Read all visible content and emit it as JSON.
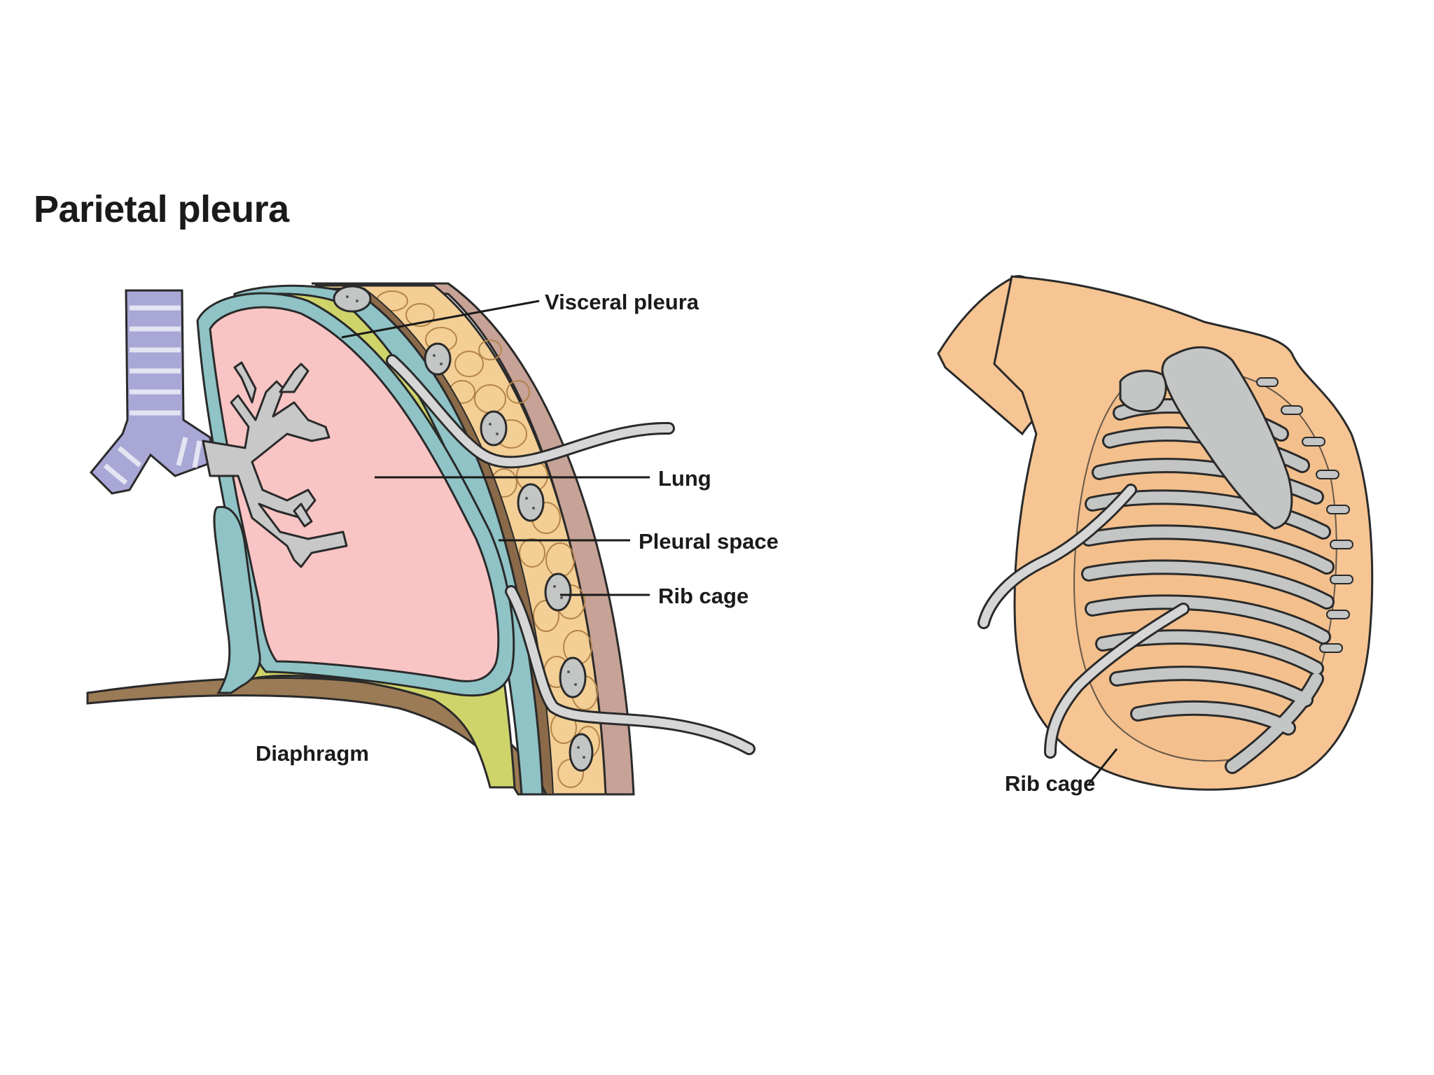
{
  "title": "Parietal pleura",
  "labels": {
    "visceral_pleura": "Visceral pleura",
    "lung": "Lung",
    "pleural_space": "Pleural space",
    "rib_cage_left": "Rib cage",
    "diaphragm": "Diaphragm",
    "rib_cage_right": "Rib cage"
  },
  "colors": {
    "lung": "#f9c5c4",
    "pleural_space": "#cfd46a",
    "pleura_membrane": "#8fc3c6",
    "fat_tissue": "#f3cf96",
    "outer_skin": "#c7a296",
    "diaphragm": "#9b7b55",
    "trachea": "#a8a7d6",
    "bronchi": "#c8c8c8",
    "body_skin": "#f6c593",
    "bone": "#c4c6c6",
    "tube": "#d6d6d6"
  }
}
